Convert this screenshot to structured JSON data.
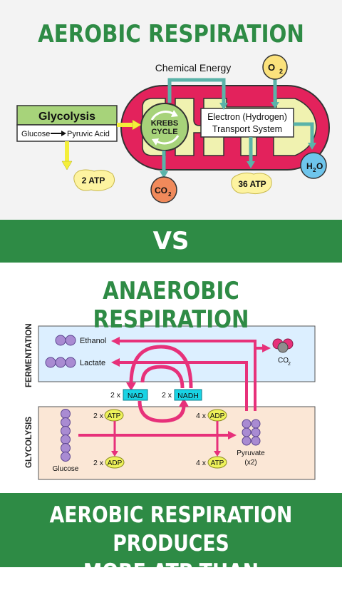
{
  "aerobic": {
    "title": "AEROBIC RESPIRATION",
    "chemical_energy": "Chemical Energy",
    "glycolysis": "Glycolysis",
    "glucose": "Glucose",
    "pyruvic_acid": "Pyruvic Acid",
    "krebs_line1": "KREBS",
    "krebs_line2": "CYCLE",
    "ets_line1": "Electron (Hydrogen)",
    "ets_line2": "Transport System",
    "atp_glycolysis": "2 ATP",
    "atp_ets": "36 ATP",
    "o2_main": "O",
    "o2_sub": "2",
    "co2_main": "CO",
    "co2_sub": "2",
    "h2o_main": "H",
    "h2o_sub": "2",
    "h2o_end": "O",
    "colors": {
      "mitochondria": "#e3225c",
      "membrane": "#f0f2b0",
      "krebs": "#a7d37a",
      "atp": "#fdf3a0",
      "o2": "#fbe27c",
      "co2": "#f08a5b",
      "h2o": "#6ec5ec",
      "arrow": "#5ab3a9"
    }
  },
  "vs_label": "VS",
  "anaerobic": {
    "title": "ANAEROBIC RESPIRATION",
    "fermentation_label": "FERMENTATION",
    "glycolysis_label": "GLYCOLYSIS",
    "ethanol": "Ethanol",
    "lactate": "Lactate",
    "co2_main": "CO",
    "co2_sub": "2",
    "nad_mult": "2 x",
    "nad": "NAD",
    "nadh_mult": "2 x",
    "nadh": "NADH",
    "atp_in_mult": "2 x",
    "atp_in": "ATP",
    "adp_out_mult": "2 x",
    "adp_out": "ADP",
    "adp_in_mult": "4 x",
    "adp_in": "ADP",
    "atp_out_mult": "4 x",
    "atp_out": "ATP",
    "glucose": "Glucose",
    "pyruvate": "Pyruvate",
    "pyruvate_count": "(x2)",
    "colors": {
      "fermentation_bg": "#dcefff",
      "glycolysis_bg": "#fbe7d6",
      "arrow": "#e7317a",
      "molecule": "#a98bd2",
      "nad": "#19d3e4",
      "atp": "#eef25a"
    }
  },
  "conclusion": {
    "line1": "AEROBIC RESPIRATION PRODUCES",
    "line2": "MORE ATP THAN ANAEROBIC"
  }
}
